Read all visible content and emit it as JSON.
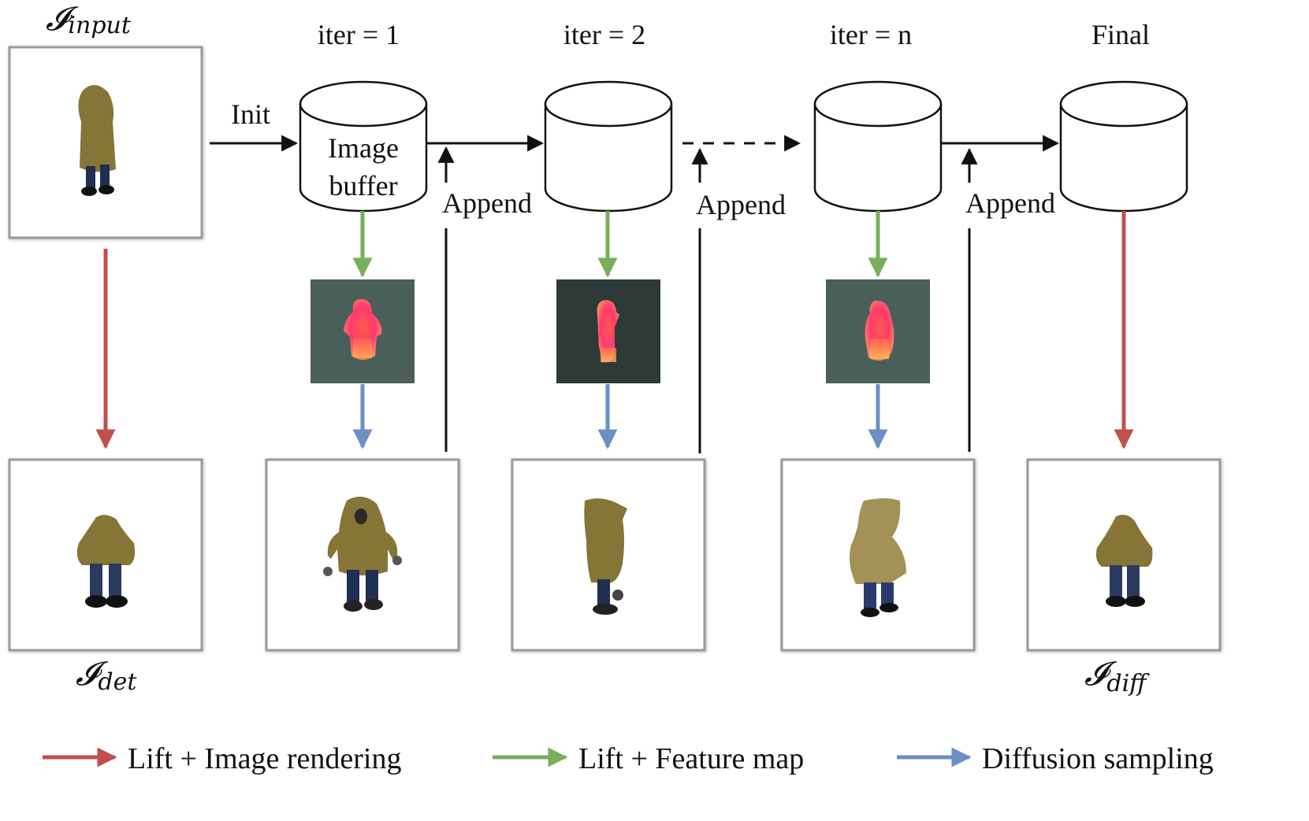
{
  "headers": {
    "input_label": "𝓘",
    "input_sub": "input",
    "iter1": "iter = 1",
    "iter2": "iter = 2",
    "itern": "iter = n",
    "final": "Final"
  },
  "edges": {
    "init": "Init",
    "append1": "Append",
    "append2": "Append",
    "append3": "Append"
  },
  "buffer": {
    "line1": "Image",
    "line2": "buffer"
  },
  "outputs": {
    "det_label": "𝓘",
    "det_sub": "det",
    "diff_label": "𝓘",
    "diff_sub": "diff"
  },
  "legend": {
    "red": "Lift + Image rendering",
    "green": "Lift + Feature map",
    "blue": "Diffusion sampling"
  },
  "colors": {
    "red": "#c0504d",
    "green": "#77b05b",
    "blue": "#6b8ec4",
    "feature_bg": "#4a5e5a",
    "coat": "#8a7a3a",
    "jeans": "#1f2f52"
  }
}
